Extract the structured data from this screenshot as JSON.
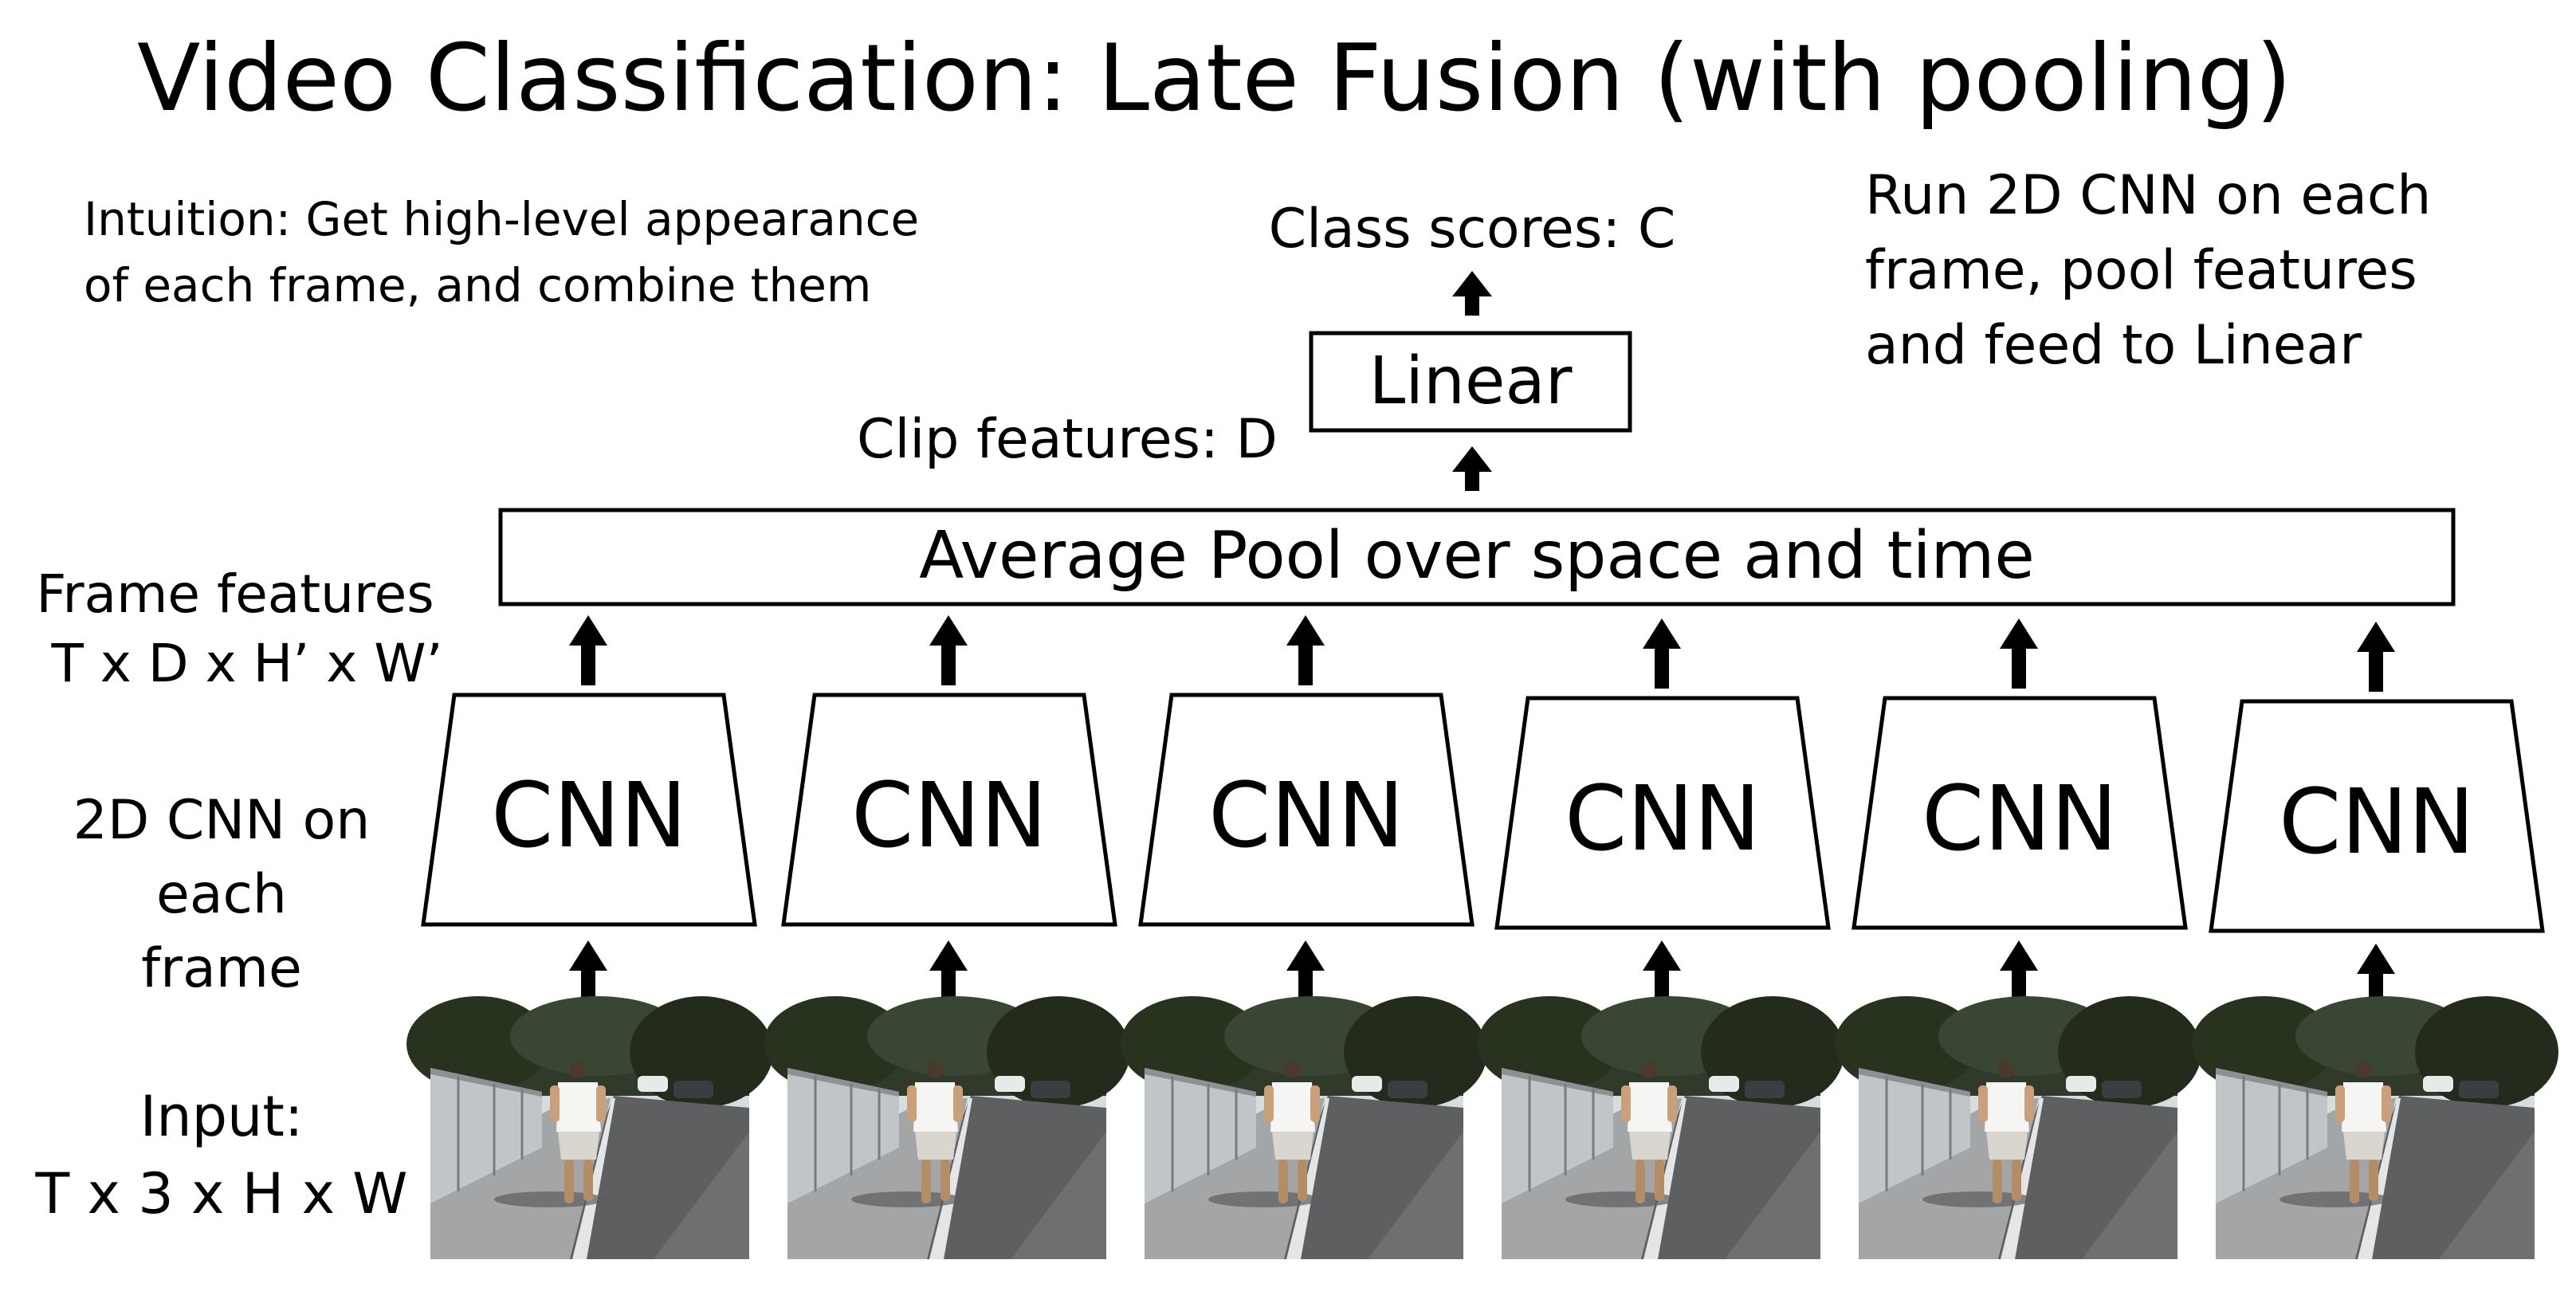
{
  "slide": {
    "title": "Video Classification: Late Fusion (with pooling)",
    "intuition": {
      "line1": "Intuition: Get high-level appearance",
      "line2": "of each frame, and combine them"
    },
    "side_note": {
      "line1": "Run 2D CNN on each",
      "line2": "frame, pool features",
      "line3": "and feed to Linear"
    },
    "class_scores_label": "Class scores: C",
    "linear_label": "Linear",
    "clip_features_label": "Clip features: D",
    "pool_label": "Average Pool over space and time",
    "frame_features": {
      "line1": "Frame features",
      "line2": "T x D x H’ x W’"
    },
    "cnn_desc": {
      "line1": "2D CNN on",
      "line2": "each",
      "line3": "frame"
    },
    "input_desc": {
      "line1": "Input:",
      "line2": "T x 3 x H x W"
    },
    "cnn_labels": [
      "CNN",
      "CNN",
      "CNN",
      "CNN",
      "CNN",
      "CNN"
    ],
    "frame_count": 6
  },
  "colors": {
    "text": "#000000",
    "box_stroke": "#000000",
    "box_fill": "#ffffff",
    "foliage": "#2f3a2a",
    "road": "#5d5f60",
    "sidewalk": "#a3a5a6",
    "wall": "#c2c5c7",
    "sky": "#d7dcdc"
  }
}
